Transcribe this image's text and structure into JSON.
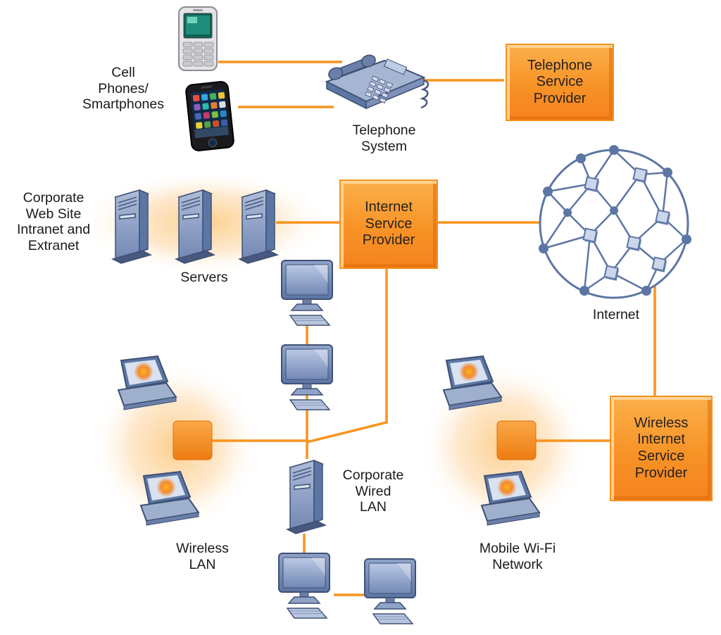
{
  "diagram": {
    "nodes": {
      "cell_phones": {
        "label": "Cell\nPhones/\nSmartphones"
      },
      "telephone_system": {
        "label": "Telephone\nSystem"
      },
      "telephone_service_provider": {
        "label": "Telephone\nService\nProvider"
      },
      "corporate_web_site": {
        "label": "Corporate\nWeb Site\nIntranet and\nExtranet"
      },
      "servers": {
        "label": "Servers"
      },
      "internet_service_provider": {
        "label": "Internet\nService\nProvider"
      },
      "internet": {
        "label": "Internet"
      },
      "wireless_lan": {
        "label": "Wireless\nLAN"
      },
      "corporate_wired_lan": {
        "label": "Corporate\nWired\nLAN"
      },
      "mobile_wifi_network": {
        "label": "Mobile Wi-Fi\nNetwork"
      },
      "wireless_internet_service_provider": {
        "label": "Wireless\nInternet\nService\nProvider"
      }
    },
    "colors": {
      "connector_orange": "#F7941E",
      "provider_box_light": "#FBB04B",
      "provider_box_dark": "#F58220",
      "provider_box_border": "#F6921E",
      "access_point_orange": "#F07F1A",
      "device_blue": "#7388B4",
      "globe_blue": "#5C76A4",
      "label_text": "#1A1A1A"
    }
  }
}
